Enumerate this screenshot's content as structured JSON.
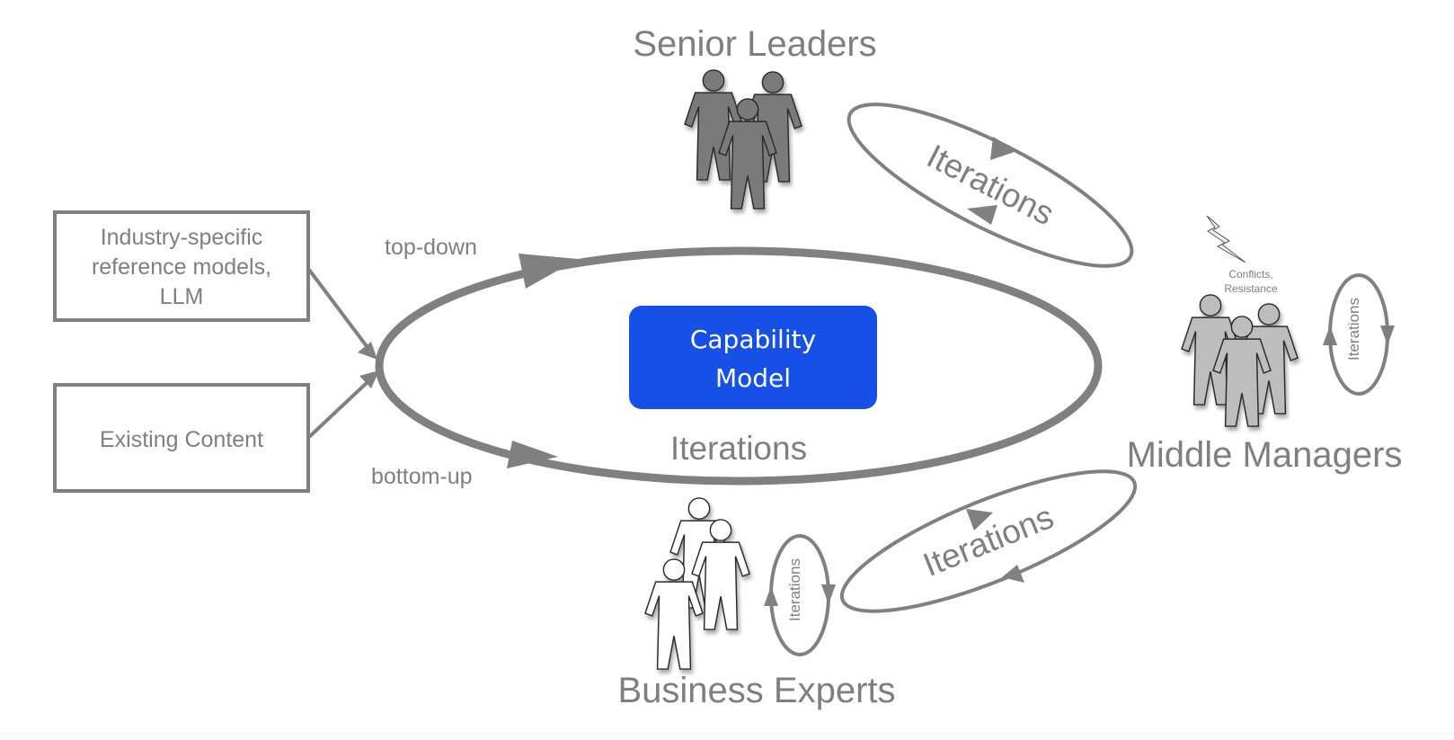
{
  "diagram": {
    "center": {
      "title_line1": "Capability",
      "title_line2": "Model",
      "fill_color": "#1650e6",
      "text_color": "#ffffff"
    },
    "main_cycle": {
      "label": "Iterations",
      "top_flow_label": "top-down",
      "bottom_flow_label": "bottom-up"
    },
    "inputs": [
      {
        "line1": "Industry-specific",
        "line2": "reference models,",
        "line3": "LLM"
      },
      {
        "line1": "Existing Content"
      }
    ],
    "groups": {
      "senior_leaders": {
        "label": "Senior Leaders",
        "figure_color": "#7a7a7a"
      },
      "middle_managers": {
        "label": "Middle Managers",
        "figure_color": "#bdbdbd",
        "conflict_line1": "Conflicts,",
        "conflict_line2": "Resistance",
        "self_iteration_label": "Iterations"
      },
      "business_experts": {
        "label": "Business Experts",
        "figure_color": "#ffffff",
        "self_iteration_label": "Iterations"
      }
    },
    "links": {
      "leaders_managers_label": "Iterations",
      "experts_managers_label": "Iterations"
    },
    "colors": {
      "stroke": "#808080",
      "text": "#7f7f7f"
    }
  }
}
